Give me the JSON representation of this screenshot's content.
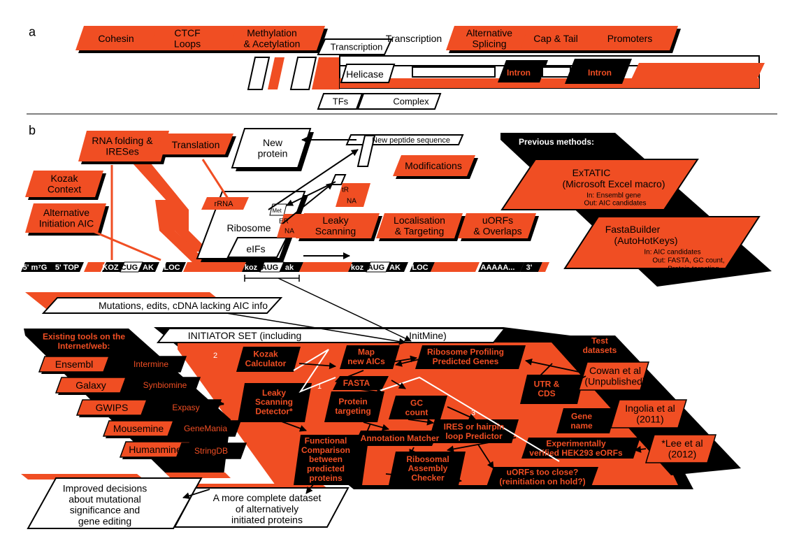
{
  "panel_labels": {
    "a": "a",
    "b": "b"
  },
  "colors": {
    "orange": "#f04e23",
    "black": "#000000",
    "white": "#ffffff"
  },
  "panel_a": {
    "top_boxes": [
      "Cohesin",
      "CTCF\nLoops",
      "Methylation\n& Acetylation",
      "Transcription",
      "Alternative\nSplicing",
      "Cap & Tail",
      "Promoters"
    ],
    "transcription_label": "Transcription",
    "helicase_label": "Helicase",
    "intron_labels": [
      "Intron",
      "Intron"
    ],
    "tfs_label": "TFs",
    "complex_label": "Complex"
  },
  "panel_b": {
    "upper_orange_boxes": [
      "RNA folding &\nIRESes",
      "Translation",
      "Kozak\nContext",
      "Alternative\nInitiation AIC",
      "Leaky\nScanning",
      "Localisation\n& Targeting",
      "uORFs\n& Overlaps",
      "Modifications"
    ],
    "new_protein": "New\nprotein",
    "new_peptide": "New peptide sequence",
    "ribosome": {
      "rrna": "rRNA",
      "label": "Ribosome",
      "eifs": "eIFs",
      "met": "Met",
      "er1": "ER",
      "er2": "NA",
      "trna_a": "tR",
      "trna_b": "NA"
    },
    "mrna_strip": [
      "5' m⁷G",
      "5' TOP",
      "KOZ",
      "CUG",
      "AK",
      "LOC",
      "koz",
      "AUG",
      "ak",
      "koz",
      "AUG",
      "AK",
      "LOC",
      "AAAAA...",
      "3'"
    ],
    "previous_methods": {
      "heading": "Previous methods:",
      "extatic": {
        "name": "ExTATIC",
        "desc": "(Microsoft Excel macro)",
        "in": "In: Ensembl gene",
        "out": "Out: AIC candidates"
      },
      "fastabuilder": {
        "name": "FastaBuilder",
        "desc": "(AutoHotKeys)",
        "in": "In: AIC candidates",
        "out1": "Out: FASTA, GC count,",
        "out2": "Protein targeting"
      }
    },
    "mutations_label": "Mutations, edits, cDNA lacking AIC info",
    "initiator_set": "INITIATOR SET (including",
    "initmine": "InitMine)",
    "existing_tools": {
      "heading": "Existing tools on the\nInternet/web:",
      "items": [
        "Ensembl",
        "Intermine",
        "Galaxy",
        "Synbiomine",
        "GWIPS",
        "Expasy",
        "Mousemine",
        "GeneMania",
        "Humanmine",
        "StringDB"
      ]
    },
    "tool_numbers": [
      "1",
      "2",
      "3"
    ],
    "tools": [
      "Kozak\nCalculator",
      "Map\nnew AICs",
      "Ribosome Profiling\nPredicted Genes",
      "FASTA",
      "Leaky\nScanning\nDetector*",
      "Protein\ntargeting",
      "GC\ncount",
      "UTR &\nCDS",
      "IRES or hairpin\nloop Predictor",
      "Gene\nname",
      "Annotation Matcher",
      "Functional\nComparison\nbetween\npredicted\nproteins",
      "Ribosomal\nAssembly\nChecker",
      "uORFs too close?\n(reinitiation on hold?)",
      "Experimentally\nverified HEK293 eORFs"
    ],
    "test_datasets": {
      "heading": "Test\ndatasets",
      "items": [
        "Cowan et al\n(Unpublished)",
        "Ingolia et al\n(2011)",
        "*Lee et al\n(2012)"
      ]
    },
    "outcomes": [
      "Improved decisions\nabout mutational\nsignificance and\ngene editing",
      "A more complete dataset\nof alternatively\ninitiated proteins"
    ]
  }
}
